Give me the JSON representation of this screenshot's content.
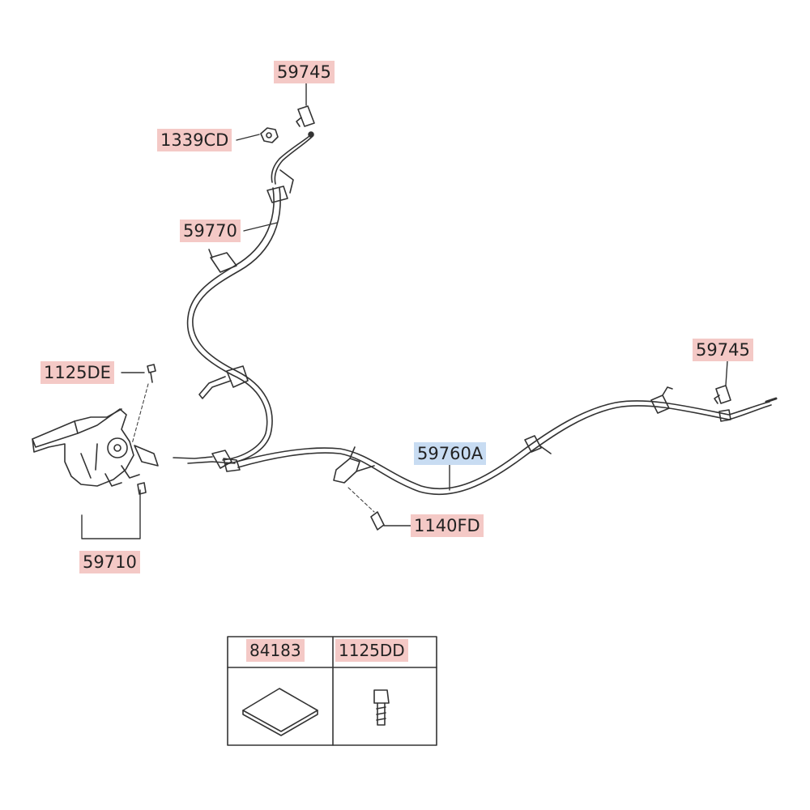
{
  "colors": {
    "label_highlight": "#f4c9c6",
    "selected_highlight": "#c8dcf2",
    "line": "#333333"
  },
  "labels": {
    "clip_top": "59745",
    "nut": "1339CD",
    "front_cable": "59770",
    "bolt_left": "1125DE",
    "lever_assembly": "59710",
    "clip_right": "59745",
    "rear_cable": "59760A",
    "bolt_center": "1140FD"
  },
  "selected_part": "59760A",
  "accessory_table": {
    "col1": "84183",
    "col2": "1125DD"
  }
}
